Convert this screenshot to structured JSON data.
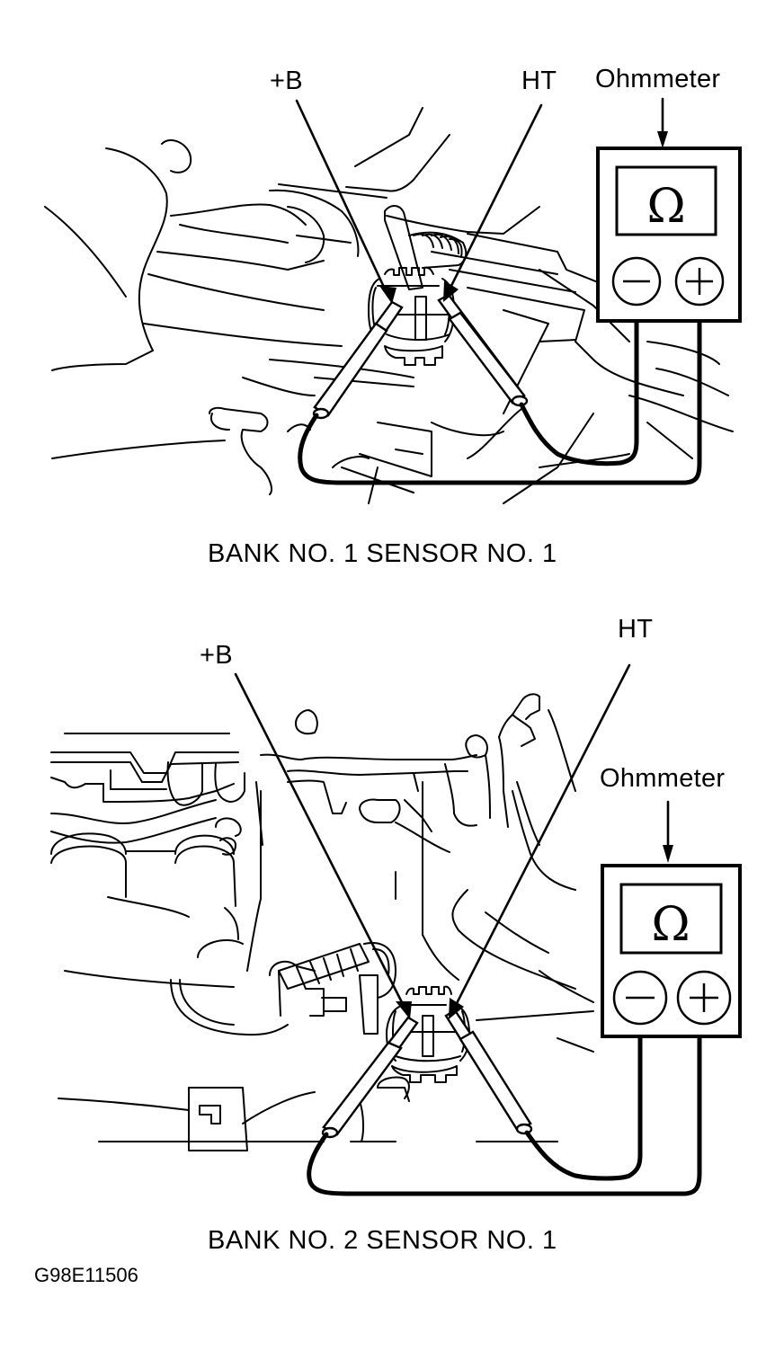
{
  "figure": {
    "id_code": "G98E11506",
    "panels": [
      {
        "caption": "BANK NO. 1 SENSOR NO. 1",
        "labels": {
          "plus_b": "+B",
          "ht": "HT",
          "meter": "Ohmmeter"
        },
        "meter": {
          "display_symbol": "Ω",
          "terminal_negative": "−",
          "terminal_positive": "+"
        }
      },
      {
        "caption": "BANK NO. 2 SENSOR NO. 1",
        "labels": {
          "plus_b": "+B",
          "ht": "HT",
          "meter": "Ohmmeter"
        },
        "meter": {
          "display_symbol": "Ω",
          "terminal_negative": "−",
          "terminal_positive": "+"
        }
      }
    ]
  }
}
